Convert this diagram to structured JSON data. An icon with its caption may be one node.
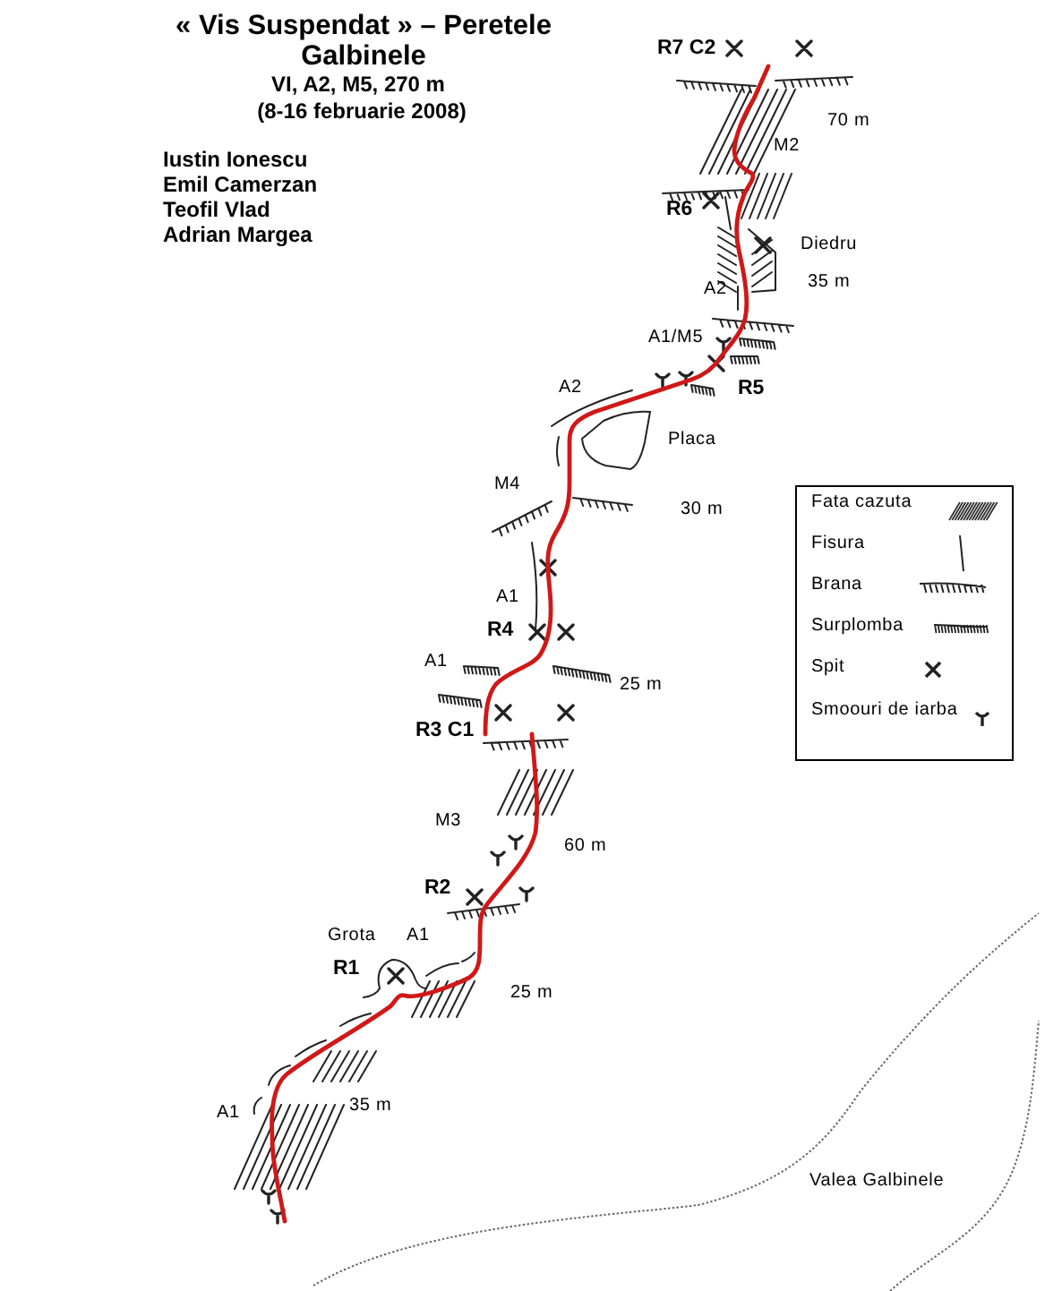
{
  "diagram": {
    "title": "« Vis Suspendat » – Peretele Galbinele",
    "labels": [
      "VI, A2, M5, 270 m",
      "(8-16 februarie 2008)",
      "Iustin Ionescu",
      "Emil Camerzan",
      "Teofil Vlad",
      "Adrian Margea",
      "R7 C2",
      "70 m",
      "M2",
      "R6",
      "Diedru",
      "35 m",
      "A2",
      "A1/M5",
      "A2",
      "R5",
      "Placa",
      "M4",
      "30 m",
      "A1",
      "R4",
      "A1",
      "25 m",
      "R3 C1",
      "M3",
      "60 m",
      "R2",
      "Grota",
      "A1",
      "R1",
      "25 m",
      "35 m",
      "A1",
      "Valea Galbinele"
    ],
    "legend": [
      {
        "text": "Fata cazuta"
      },
      {
        "text": "Fisura"
      },
      {
        "text": "Brana"
      },
      {
        "text": "Surplomba"
      },
      {
        "text": "Spit"
      },
      {
        "text": "Smoouri de iarba"
      }
    ]
  }
}
